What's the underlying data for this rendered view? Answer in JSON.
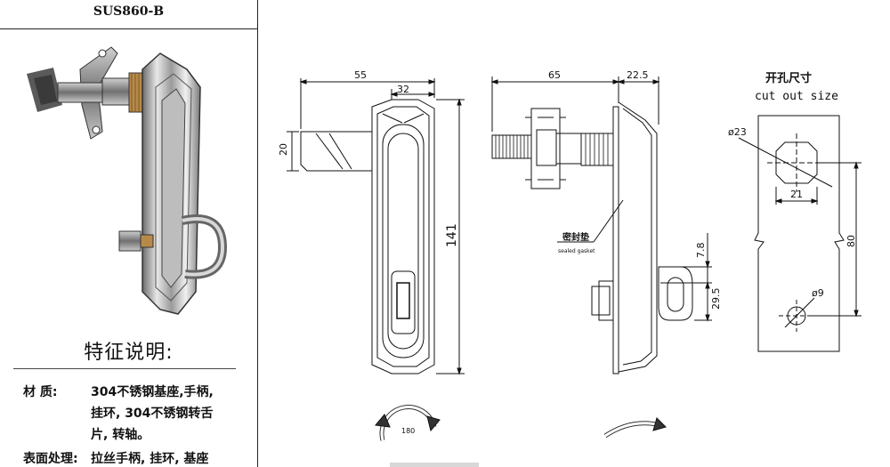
{
  "left": {
    "model": "SUS860-B",
    "features_heading": "特征说明:",
    "material_label": "材     质:",
    "material_lines": [
      "304不锈钢基座,手柄,",
      "挂环, 304不锈钢转舌",
      "片, 转轴。"
    ],
    "surface_label": "表面处理:",
    "surface_text": "拉丝手柄, 挂环, 基座"
  },
  "front_view": {
    "dim_55": "55",
    "dim_32": "32",
    "dim_20": "20",
    "dim_141": "141",
    "rotation": "180"
  },
  "side_view": {
    "dim_65": "65",
    "dim_22_5": "22.5",
    "dim_7_8": "7.8",
    "dim_29_5": "29.5",
    "gasket_cn": "密封垫",
    "gasket_en": "sealed gasket"
  },
  "cutout": {
    "title_cn": "开孔尺寸",
    "title_en": "cut out size",
    "dia_23": "ø23",
    "dim_21": "21",
    "dim_80": "80",
    "dia_9": "ø9"
  }
}
